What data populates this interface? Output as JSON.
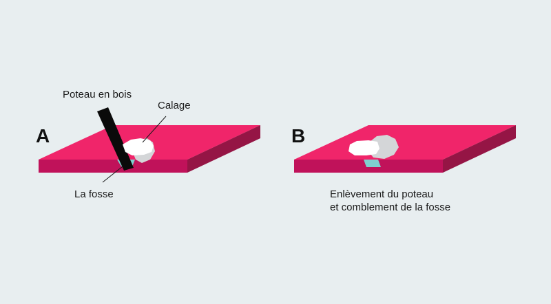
{
  "panel_a": {
    "letter": "A",
    "labels": {
      "post": "Poteau en bois",
      "wedging": "Calage",
      "pit": "La fosse"
    }
  },
  "panel_b": {
    "letter": "B",
    "caption_line1": "Enlèvement du poteau",
    "caption_line2": "et comblement de la fosse"
  },
  "colors": {
    "background": "#e8eef0",
    "slab_top": "#f0256a",
    "slab_front": "#c0125a",
    "slab_side": "#951545",
    "post": "#0a0a0a",
    "stone_light": "#ffffff",
    "stone_shadow": "#d4d6d8",
    "pit_fill": "#7fd0cf"
  }
}
